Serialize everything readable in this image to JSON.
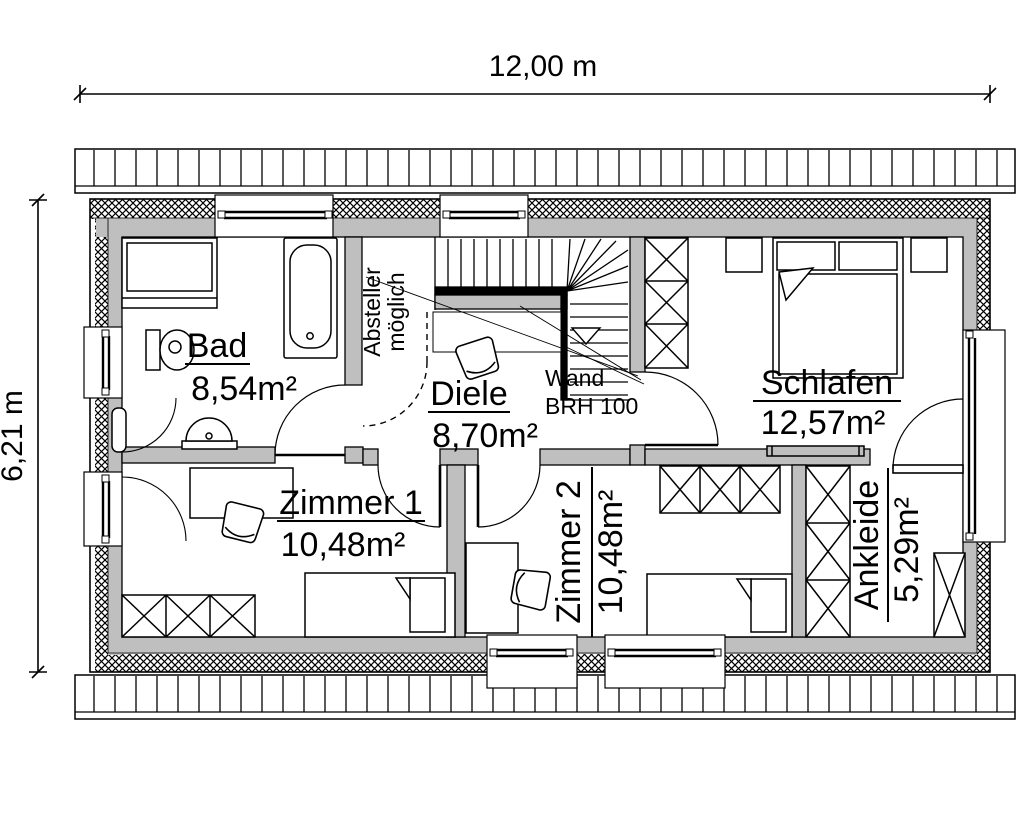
{
  "plan": {
    "type": "architectural-floorplan",
    "dimensions": {
      "width_label": "12,00 m",
      "height_label": "6,21 m"
    },
    "rooms": {
      "bad": {
        "name": "Bad",
        "area": "8,54m²"
      },
      "diele": {
        "name": "Diele",
        "area": "8,70m²"
      },
      "schlafen": {
        "name": "Schlafen",
        "area": "12,57m²"
      },
      "zimmer1": {
        "name": "Zimmer 1",
        "area": "10,48m²"
      },
      "zimmer2": {
        "name": "Zimmer 2",
        "area": "10,48m²"
      },
      "ankleide": {
        "name": "Ankleide",
        "area": "5,29m²"
      }
    },
    "annotations": {
      "absteller": {
        "line1": "Absteller",
        "line2": "möglich"
      },
      "wand": {
        "line1": "Wand",
        "line2": "BRH 100"
      }
    },
    "symbols": [
      "shower",
      "bathtub",
      "wc",
      "sink",
      "radiator",
      "stair",
      "wardrobe-x",
      "bed-single",
      "bed-double",
      "nightstand",
      "desk",
      "chair",
      "sideboard",
      "door-swing",
      "window"
    ],
    "colors": {
      "wall_fill": "#bfbfbf",
      "line": "#000000",
      "background": "#ffffff"
    }
  }
}
